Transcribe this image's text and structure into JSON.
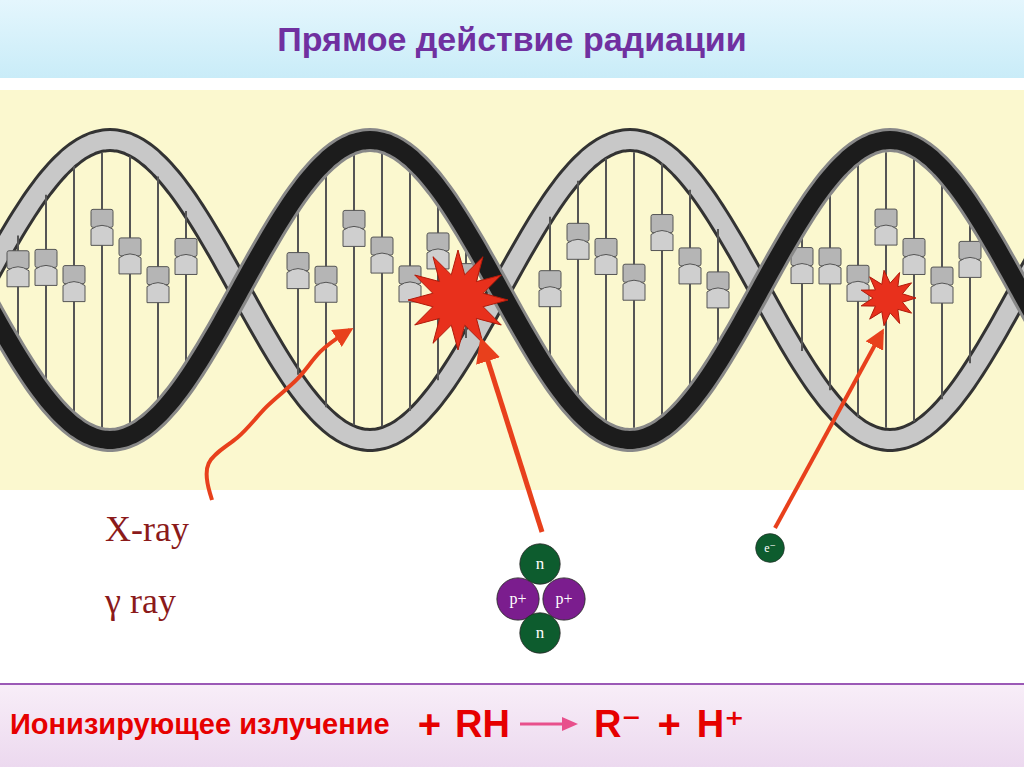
{
  "diagram": {
    "title": "Прямое действие радиации",
    "nodes": [
      {
        "text": [
          "n"
        ]
      },
      {
        "text": [
          "p+"
        ]
      },
      {
        "text": [
          "p+"
        ]
      },
      {
        "text": [
          "n"
        ]
      },
      {
        "text": [
          "e⁻"
        ]
      }
    ],
    "labels": [
      "X-ray",
      "γ ray",
      "Ионизирующее излучение",
      "+",
      "RH",
      "R⁻",
      "+",
      "H⁺"
    ]
  }
}
